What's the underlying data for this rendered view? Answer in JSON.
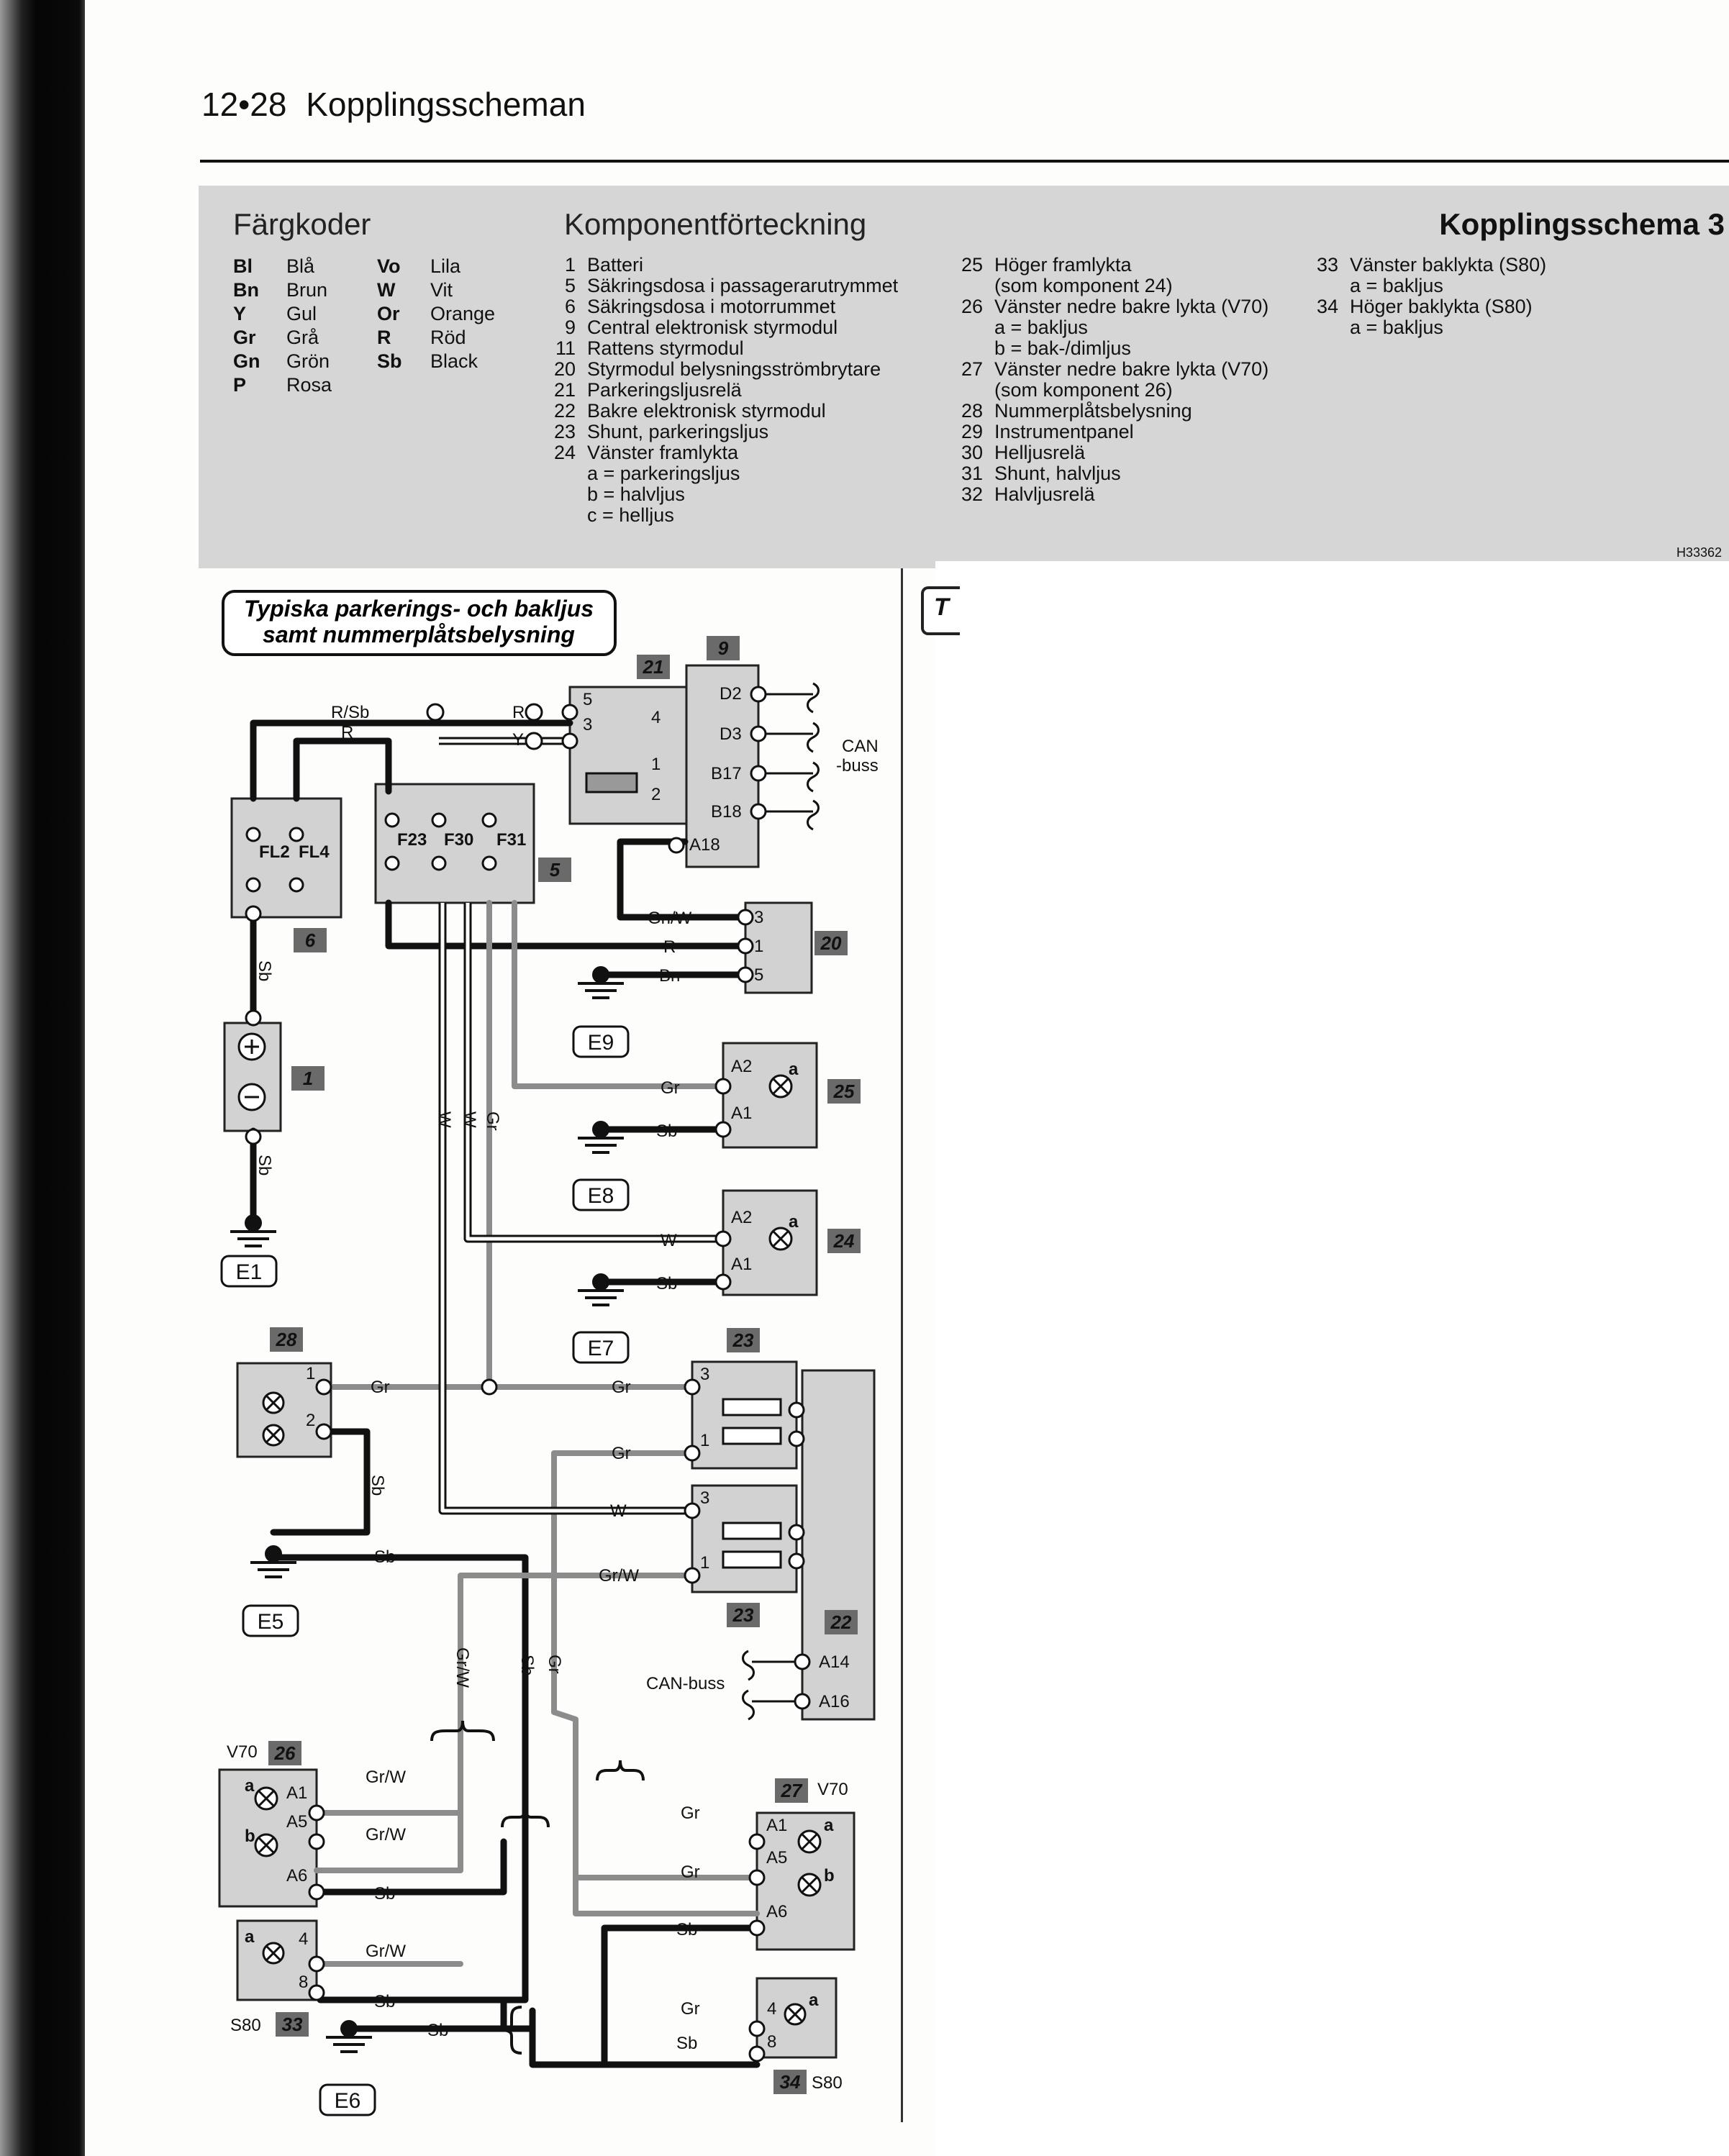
{
  "page": {
    "number": "12•28",
    "title": "Kopplingsscheman"
  },
  "legend": {
    "color_codes_title": "Färgkoder",
    "color_codes": [
      {
        "code": "Bl",
        "name": "Blå"
      },
      {
        "code": "Bn",
        "name": "Brun"
      },
      {
        "code": "Y",
        "name": "Gul"
      },
      {
        "code": "Gr",
        "name": "Grå"
      },
      {
        "code": "Gn",
        "name": "Grön"
      },
      {
        "code": "P",
        "name": "Rosa"
      },
      {
        "code": "Vo",
        "name": "Lila"
      },
      {
        "code": "W",
        "name": "Vit"
      },
      {
        "code": "Or",
        "name": "Orange"
      },
      {
        "code": "R",
        "name": "Röd"
      },
      {
        "code": "Sb",
        "name": "Black"
      }
    ],
    "components_title": "Komponentförteckning",
    "components_col1": [
      {
        "n": "1",
        "t": "Batteri"
      },
      {
        "n": "5",
        "t": "Säkringsdosa i passagerarutrymmet"
      },
      {
        "n": "6",
        "t": "Säkringsdosa i motorrummet"
      },
      {
        "n": "9",
        "t": "Central elektronisk styrmodul"
      },
      {
        "n": "11",
        "t": "Rattens styrmodul"
      },
      {
        "n": "20",
        "t": "Styrmodul belysningsströmbrytare"
      },
      {
        "n": "21",
        "t": "Parkeringsljusrelä"
      },
      {
        "n": "22",
        "t": "Bakre elektronisk styrmodul"
      },
      {
        "n": "23",
        "t": "Shunt, parkeringsljus"
      },
      {
        "n": "24",
        "t": "Vänster framlykta"
      },
      {
        "n": "",
        "t": "a = parkeringsljus"
      },
      {
        "n": "",
        "t": "b = halvljus"
      },
      {
        "n": "",
        "t": "c = helljus"
      }
    ],
    "components_col2": [
      {
        "n": "25",
        "t": "Höger framlykta"
      },
      {
        "n": "",
        "t": "(som komponent 24)"
      },
      {
        "n": "26",
        "t": "Vänster nedre bakre lykta (V70)"
      },
      {
        "n": "",
        "t": "a = bakljus"
      },
      {
        "n": "",
        "t": "b = bak-/dimljus"
      },
      {
        "n": "27",
        "t": "Vänster nedre bakre lykta (V70)"
      },
      {
        "n": "",
        "t": "(som komponent 26)"
      },
      {
        "n": "28",
        "t": "Nummerplåtsbelysning"
      },
      {
        "n": "29",
        "t": "Instrumentpanel"
      },
      {
        "n": "30",
        "t": "Helljusrelä"
      },
      {
        "n": "31",
        "t": "Shunt, halvljus"
      },
      {
        "n": "32",
        "t": "Halvljusrelä"
      }
    ],
    "components_col3": [
      {
        "n": "33",
        "t": "Vänster baklykta (S80)"
      },
      {
        "n": "",
        "t": "a = bakljus"
      },
      {
        "n": "34",
        "t": "Höger baklykta (S80)"
      },
      {
        "n": "",
        "t": "a = bakljus"
      }
    ],
    "schema_title": "Kopplingsschema 3",
    "drawing_code": "H33362"
  },
  "diagram": {
    "title_line1": "Typiska parkerings- och bakljus",
    "title_line2": "samt nummerplåtsbelysning",
    "right_title_fragment": "T",
    "fuses": [
      "FL2",
      "FL4",
      "F23",
      "F30",
      "F31"
    ],
    "module9_pins": [
      "D2",
      "D3",
      "B17",
      "B18",
      "A18"
    ],
    "can_bus_top": [
      "CAN",
      "-buss"
    ],
    "can_bus_bottom": "CAN-buss",
    "module22_pins": [
      "A14",
      "A16"
    ],
    "grounds": [
      "E1",
      "E5",
      "E6",
      "E7",
      "E8",
      "E9"
    ],
    "wires": {
      "r_sb": "R/Sb",
      "r": "R",
      "y": "Y",
      "gn_w": "Gn/W",
      "bn": "Bn",
      "sb": "Sb",
      "gr": "Gr",
      "w": "W",
      "gr_w": "Gr/W"
    },
    "relay21_pins": [
      "5",
      "4",
      "3",
      "1",
      "2"
    ],
    "switch20_pins": [
      "3",
      "1",
      "5"
    ],
    "lamp_pins": {
      "a2": "A2",
      "a1": "A1",
      "a5": "A5",
      "a6": "A6"
    },
    "lamp_letters": {
      "a": "a",
      "b": "b"
    },
    "shunt_pins": [
      "3",
      "1"
    ],
    "plate_pins": [
      "1",
      "2"
    ],
    "tail_pins": [
      "4",
      "8"
    ],
    "variants": {
      "v70": "V70",
      "s80": "S80"
    },
    "component_tags": {
      "c1": "1",
      "c5": "5",
      "c6": "6",
      "c9": "9",
      "c20": "20",
      "c21": "21",
      "c22": "22",
      "c23a": "23",
      "c23b": "23",
      "c24": "24",
      "c25": "25",
      "c26": "26",
      "c27": "27",
      "c28": "28",
      "c33": "33",
      "c34": "34"
    }
  }
}
